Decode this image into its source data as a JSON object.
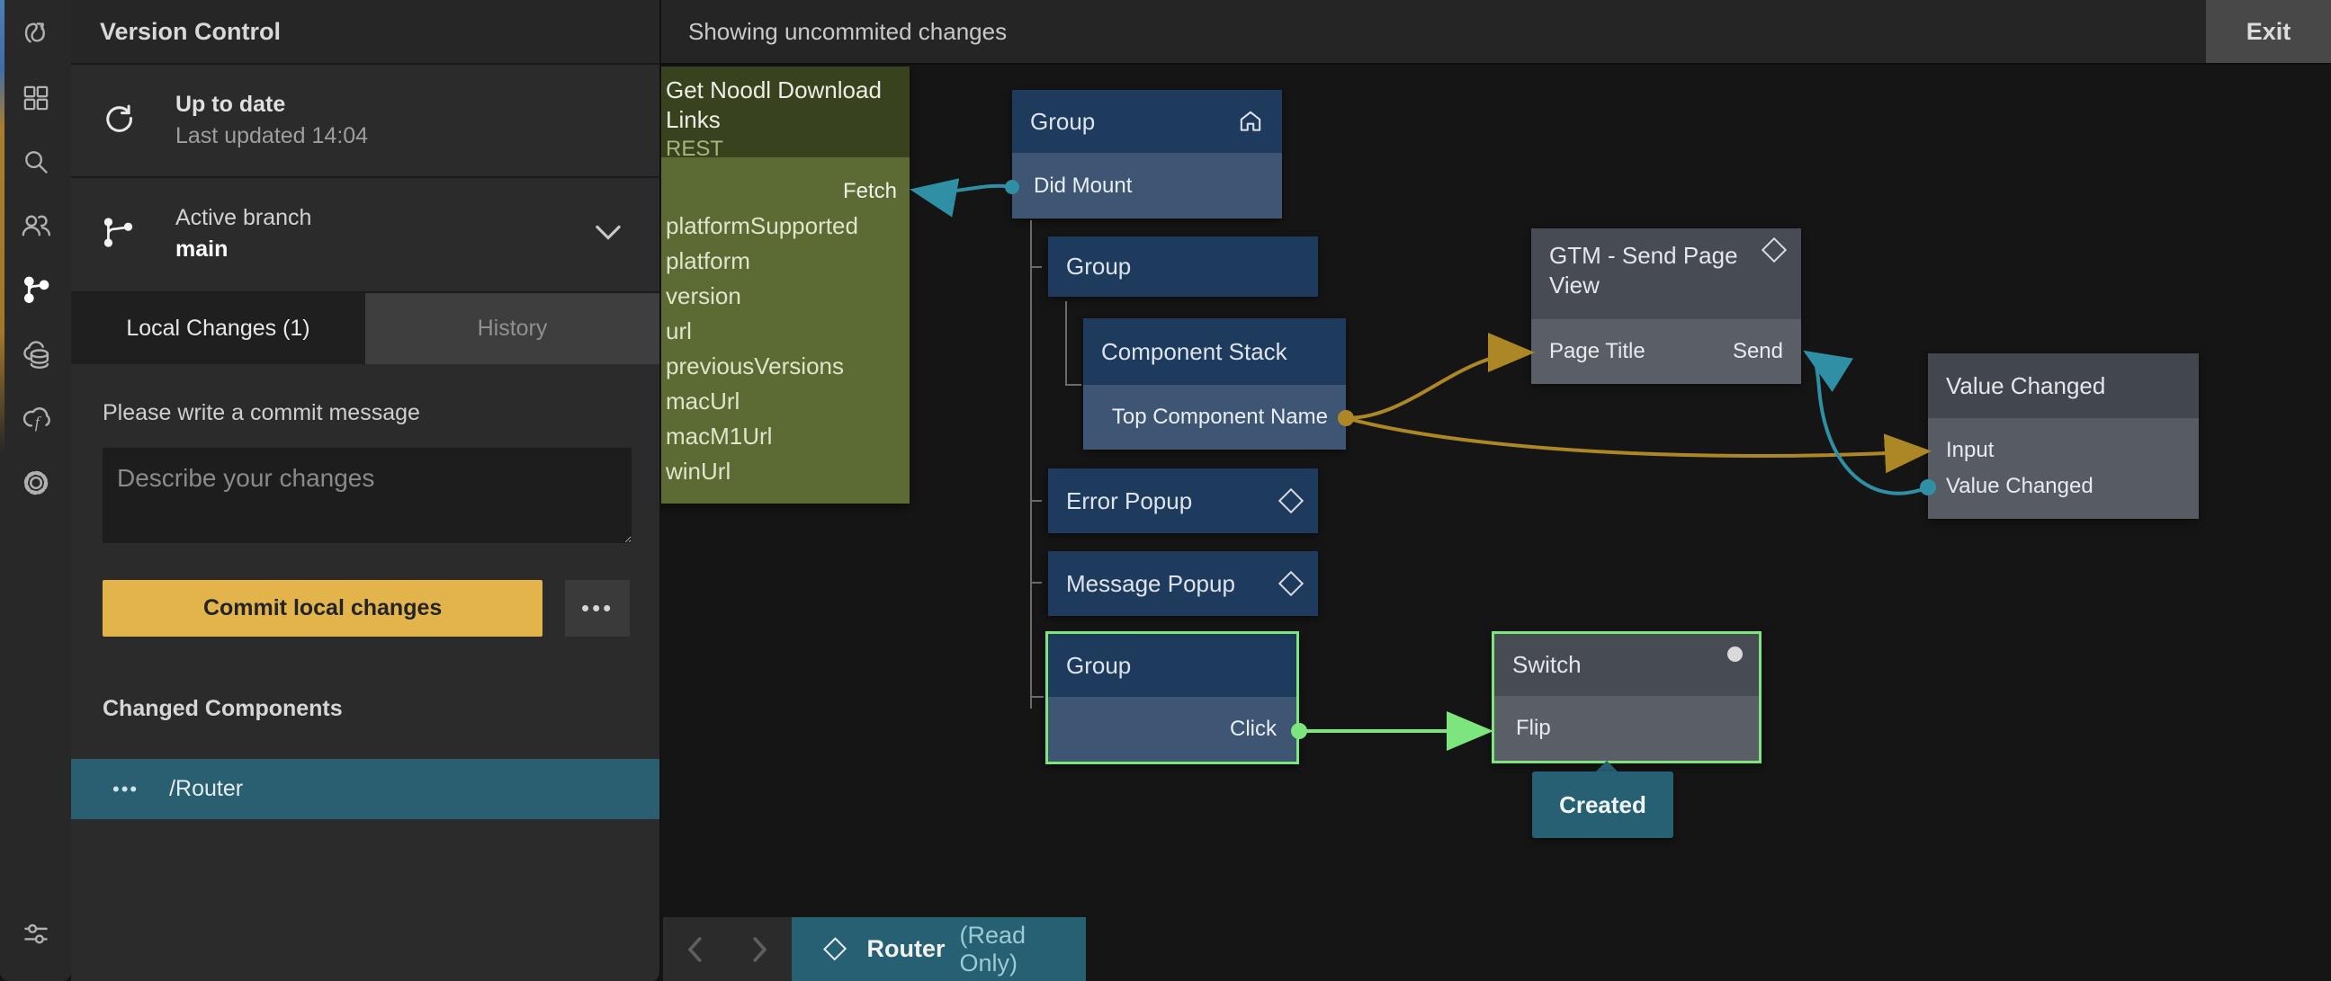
{
  "colors": {
    "commit_button": "#e2b44b",
    "selection_green": "#7de57e",
    "signal_teal": "#2f8fa4",
    "data_gold": "#ad8725",
    "tab_teal": "#266072",
    "navy_node_header": "#1e3a5c",
    "navy_node_body": "#3e5573",
    "gray_node_header": "#474b54",
    "gray_node_body": "#5a5e66",
    "olive_node_header": "#39421e",
    "olive_node_body": "#5c6a33"
  },
  "sidebar": {
    "icons": [
      {
        "name": "noodl-logo"
      },
      {
        "name": "components"
      },
      {
        "name": "search"
      },
      {
        "name": "collaboration"
      },
      {
        "name": "version-control",
        "active": true
      },
      {
        "name": "cloud-services"
      },
      {
        "name": "cloud-functions",
        "glyph": "f"
      },
      {
        "name": "settings"
      },
      {
        "name": "preferences"
      }
    ]
  },
  "panel": {
    "title": "Version Control",
    "sync": {
      "title": "Up to date",
      "subtitle": "Last updated 14:04"
    },
    "branch": {
      "label": "Active branch",
      "name": "main"
    },
    "tabs": {
      "local": "Local Changes (1)",
      "history": "History"
    },
    "commit": {
      "prompt": "Please write a commit message",
      "placeholder": "Describe your changes",
      "button": "Commit local changes",
      "more": "•••"
    },
    "changed": {
      "heading": "Changed Components",
      "dots": "•••",
      "router_item": "/Router"
    }
  },
  "topbar": {
    "status": "Showing uncommited changes",
    "exit": "Exit"
  },
  "canvas": {
    "nodes": {
      "rest": {
        "title": "Get Noodl Download Links",
        "subtitle": "REST",
        "input": "Fetch",
        "outputs": [
          "platformSupported",
          "platform",
          "version",
          "url",
          "previousVersions",
          "macUrl",
          "macM1Url",
          "winUrl"
        ]
      },
      "group_home": {
        "title": "Group",
        "port": "Did Mount"
      },
      "group_child": {
        "title": "Group"
      },
      "component_stack": {
        "title": "Component Stack",
        "port": "Top Component Name"
      },
      "gtm": {
        "title": "GTM - Send Page View",
        "input": "Page Title",
        "signal": "Send"
      },
      "value_changed": {
        "title": "Value Changed",
        "input": "Input",
        "output": "Value Changed"
      },
      "error_popup": {
        "title": "Error Popup"
      },
      "message_popup": {
        "title": "Message Popup"
      },
      "group_selected": {
        "title": "Group",
        "port": "Click"
      },
      "switch": {
        "title": "Switch",
        "port": "Flip"
      },
      "created_tooltip": "Created"
    }
  },
  "bottombar": {
    "tab": {
      "title": "Router",
      "readonly": "(Read Only)"
    }
  }
}
